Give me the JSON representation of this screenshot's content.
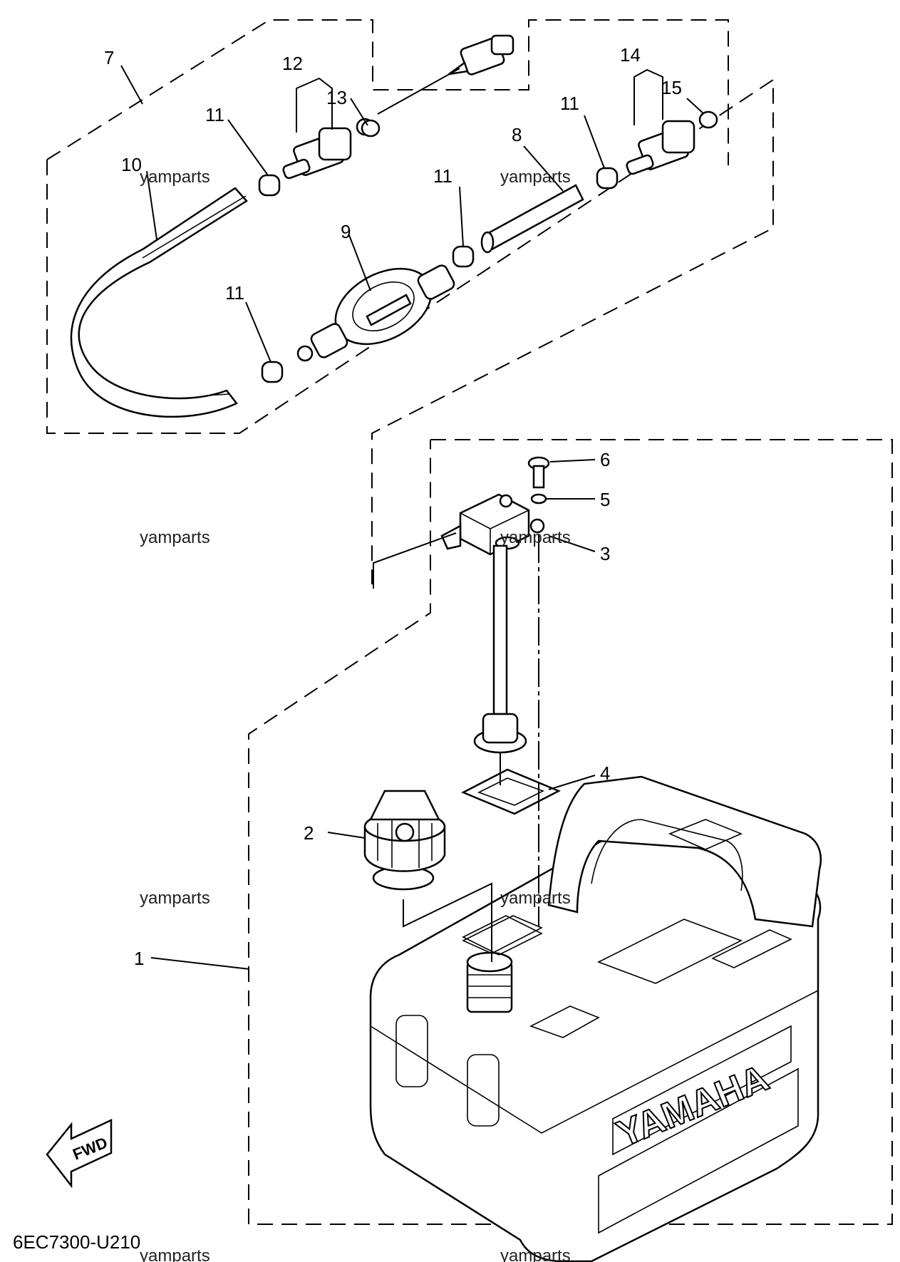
{
  "diagram": {
    "callouts": [
      {
        "id": "c1",
        "label": "1"
      },
      {
        "id": "c2",
        "label": "2"
      },
      {
        "id": "c3",
        "label": "3"
      },
      {
        "id": "c4",
        "label": "4"
      },
      {
        "id": "c5",
        "label": "5"
      },
      {
        "id": "c6",
        "label": "6"
      },
      {
        "id": "c7",
        "label": "7"
      },
      {
        "id": "c8",
        "label": "8"
      },
      {
        "id": "c9",
        "label": "9"
      },
      {
        "id": "c10",
        "label": "10"
      },
      {
        "id": "c11a",
        "label": "11"
      },
      {
        "id": "c11b",
        "label": "11"
      },
      {
        "id": "c11c",
        "label": "11"
      },
      {
        "id": "c11d",
        "label": "11"
      },
      {
        "id": "c12",
        "label": "12"
      },
      {
        "id": "c13",
        "label": "13"
      },
      {
        "id": "c14",
        "label": "14"
      },
      {
        "id": "c15",
        "label": "15"
      }
    ],
    "watermark": "yamparts",
    "tank_brand": "YAMAHA",
    "direction_label": "FWD",
    "drawing_code": "6EC7300-U210"
  }
}
